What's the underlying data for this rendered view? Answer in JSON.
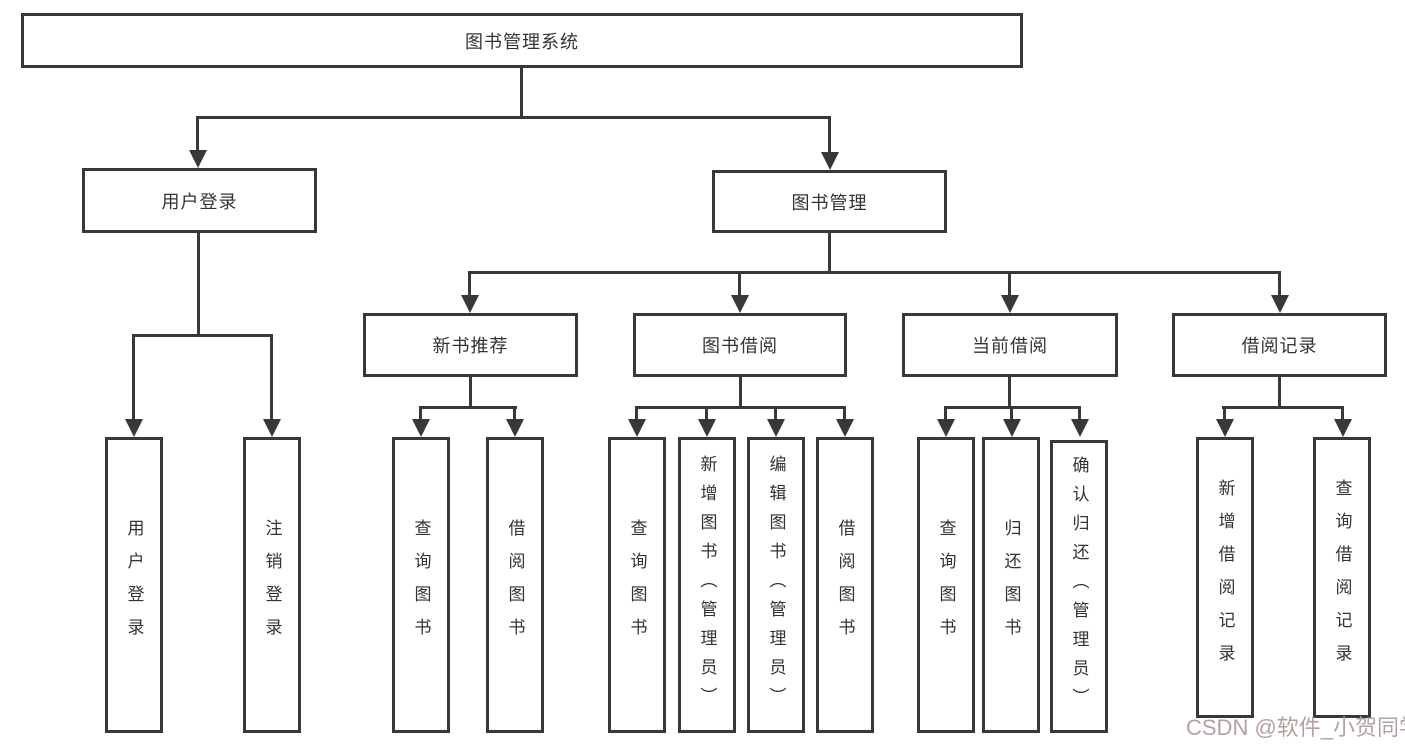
{
  "root": {
    "label": "图书管理系统"
  },
  "branches": {
    "user_login": {
      "label": "用户登录",
      "children": [
        "用户登录",
        "注销登录"
      ]
    },
    "book_management": {
      "label": "图书管理",
      "sections": {
        "new_book": {
          "label": "新书推荐",
          "children": [
            "查询图书",
            "借阅图书"
          ]
        },
        "borrow": {
          "label": "图书借阅",
          "children": [
            "查询图书",
            "新增图书（管理员）",
            "编辑图书（管理员）",
            "借阅图书"
          ]
        },
        "current": {
          "label": "当前借阅",
          "children": [
            "查询图书",
            "归还图书",
            "确认归还（管理员）"
          ]
        },
        "records": {
          "label": "借阅记录",
          "children": [
            "新增借阅记录",
            "查询借阅记录"
          ]
        }
      }
    }
  },
  "watermark": {
    "text": "CSDN @软件_小贺同学"
  },
  "colors": {
    "line": "#383838",
    "text": "#333333",
    "watermark": "#b3a1a1",
    "background": "#ffffff"
  }
}
